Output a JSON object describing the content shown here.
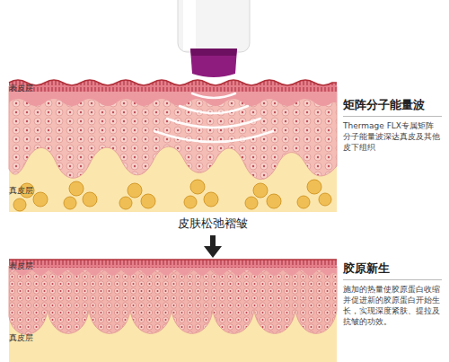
{
  "diagram": {
    "nodes": [
      {
        "text": [
          "矩阵分子能量波",
          "Thermage FLX专属矩阵分子能量波深达真皮及其他皮下组织"
        ]
      },
      {
        "text": [
          "胶原新生",
          "施加的热量使胶原蛋白收缩并促进新的胶原蛋白开始生长，实现深度紧肤、提拉及抗皱的功效。"
        ]
      }
    ],
    "labels": [
      "表皮层",
      "真皮层",
      "皮肤松弛褶皱",
      "表皮层",
      "真皮层"
    ]
  }
}
